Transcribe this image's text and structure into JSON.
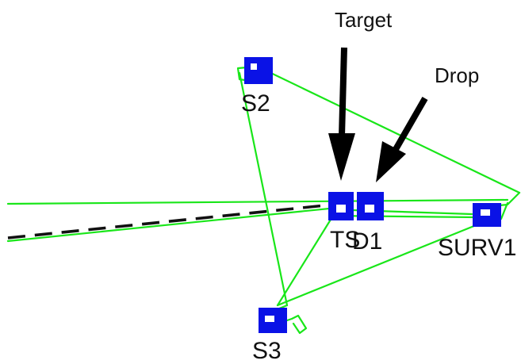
{
  "waypoints": {
    "s2": "S2",
    "s3": "S3",
    "ts": "TS",
    "d1": "D1",
    "surv1": "SURV1"
  },
  "annotations": {
    "target": "Target",
    "drop": "Drop"
  },
  "colors": {
    "path": "#19e619",
    "marker": "#0a12e6",
    "dashed_track": "#111111",
    "arrow": "#000000",
    "background": "#ffffff"
  }
}
